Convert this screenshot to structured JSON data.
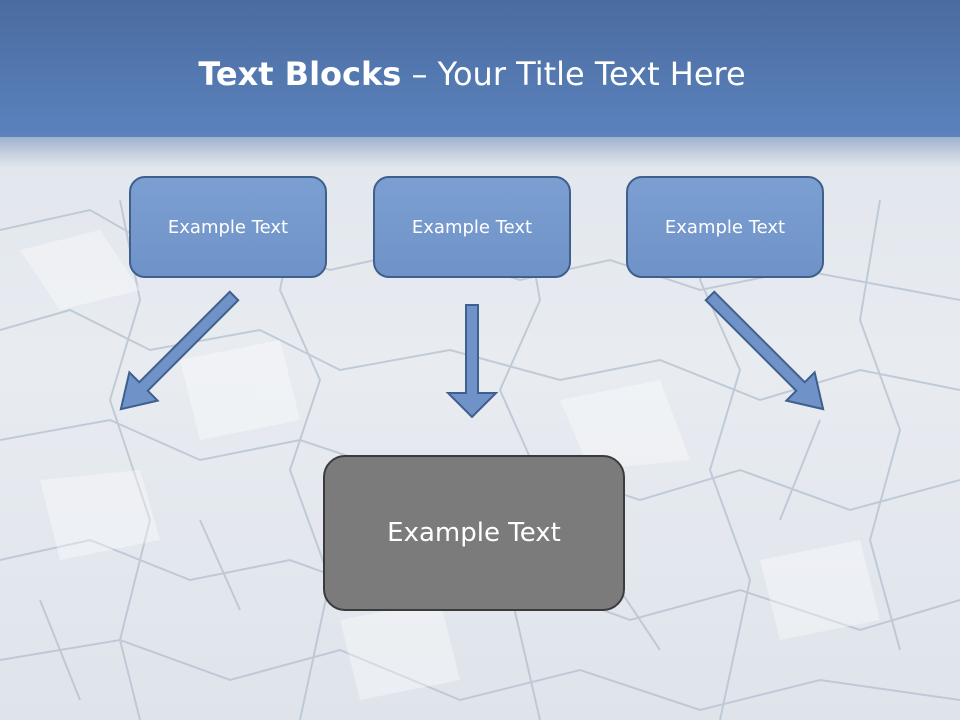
{
  "title": {
    "bold": "Text Blocks",
    "separator": "–",
    "rest": "Your Title Text Here"
  },
  "blocks": {
    "top": [
      "Example Text",
      "Example Text",
      "Example Text"
    ],
    "bottom": "Example Text"
  },
  "colors": {
    "title_band": "#5b82bd",
    "box_fill": "#7397cc",
    "box_border": "#3f5f8c",
    "bottom_box_fill": "#7b7b7b",
    "arrow_fill": "#6f93c8",
    "background": "#e4e9ef"
  }
}
